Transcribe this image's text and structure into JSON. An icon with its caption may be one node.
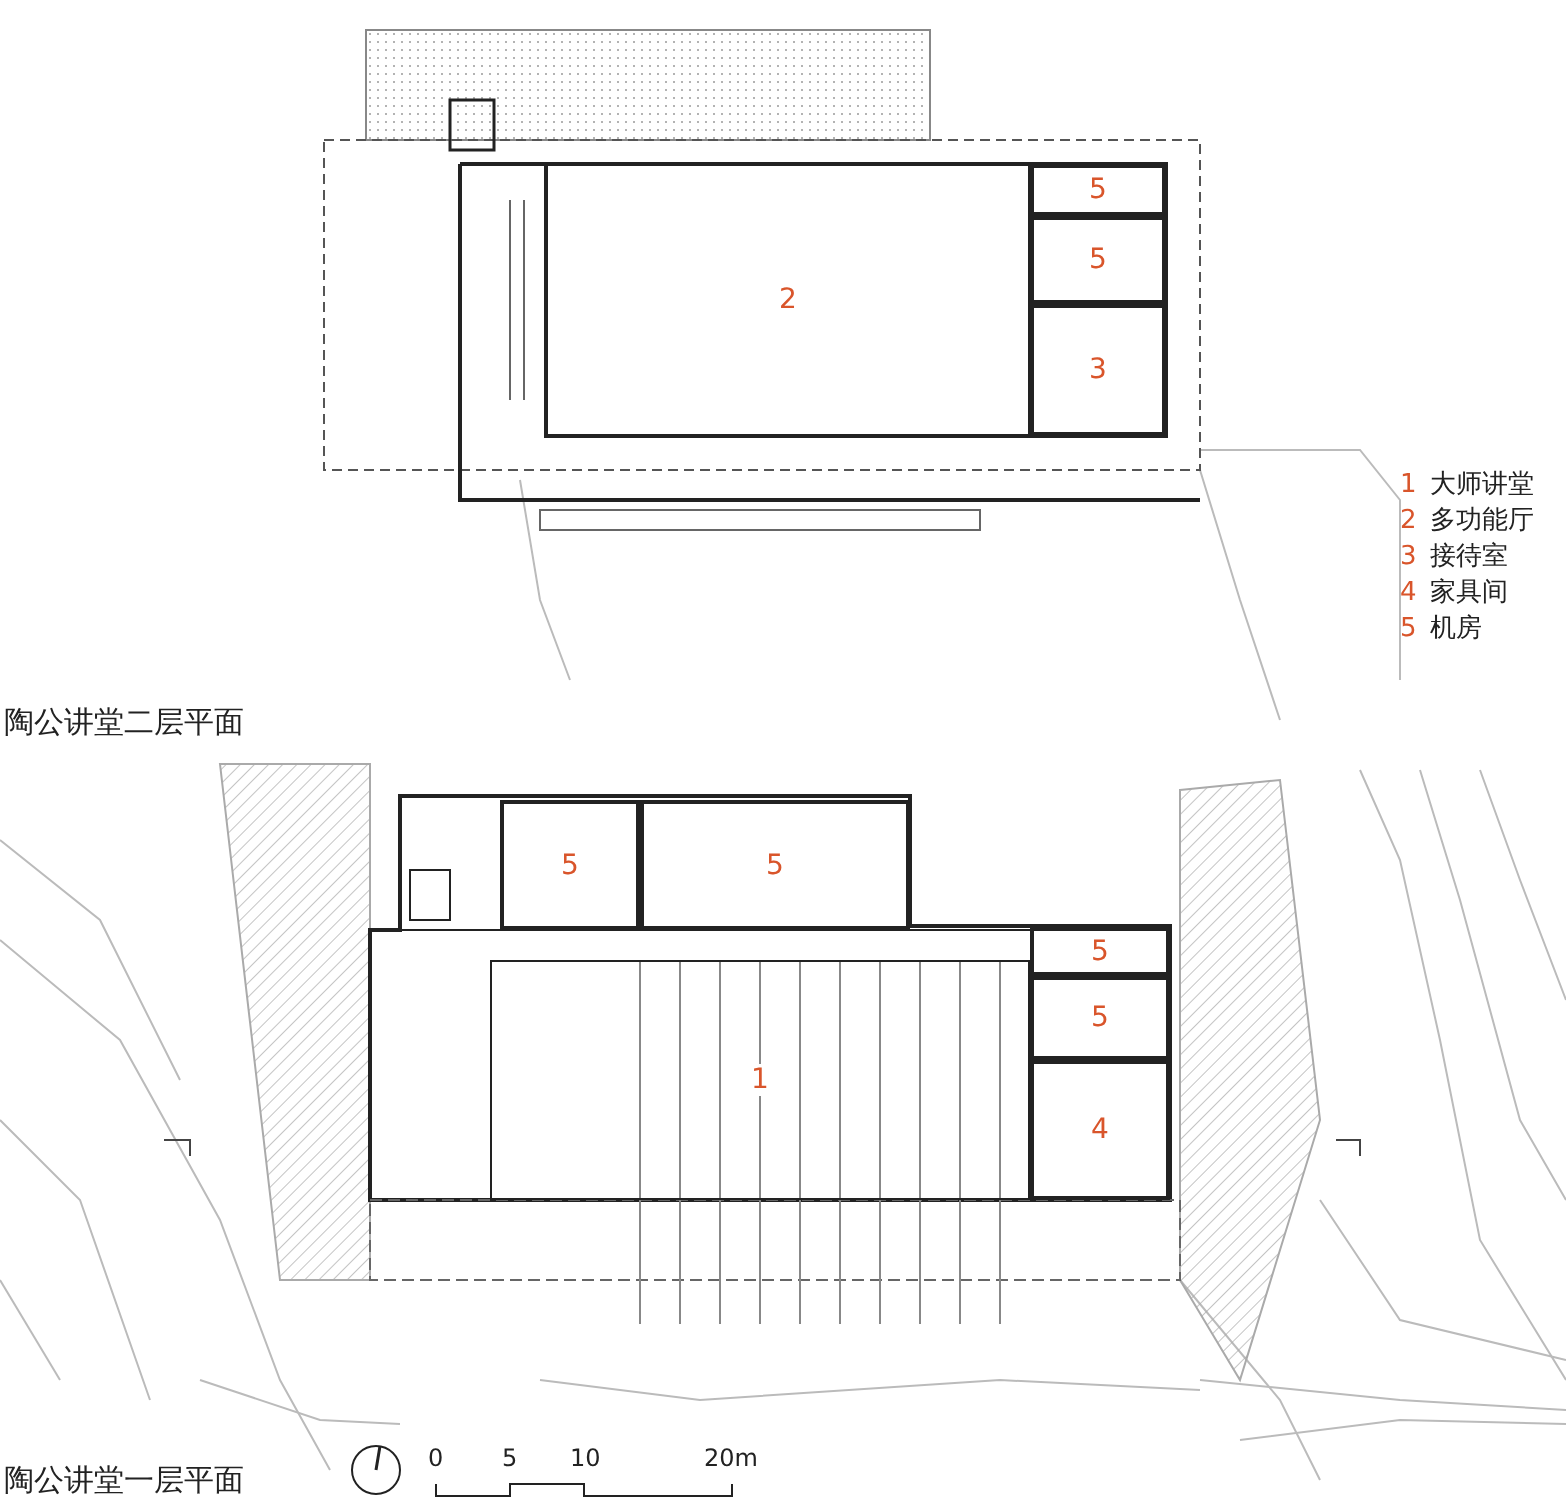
{
  "diagram": {
    "nodes": [
      {
        "text": [
          "5"
        ]
      },
      {
        "text": [
          "5"
        ]
      },
      {
        "text": [
          "2"
        ]
      },
      {
        "text": [
          "3"
        ]
      },
      {
        "text": [
          "5"
        ]
      },
      {
        "text": [
          "5"
        ]
      },
      {
        "text": [
          "5"
        ]
      },
      {
        "text": [
          "5"
        ]
      },
      {
        "text": [
          "1"
        ]
      },
      {
        "text": [
          "4"
        ]
      }
    ],
    "edges": [],
    "labels": [
      "1",
      "大师讲堂",
      "2",
      "多功能厅",
      "3",
      "接待室",
      "4",
      "家具间",
      "5",
      "机房",
      "陶公讲堂二层平面",
      "陶公讲堂一层平面",
      "0",
      "5",
      "10",
      "20m"
    ]
  }
}
